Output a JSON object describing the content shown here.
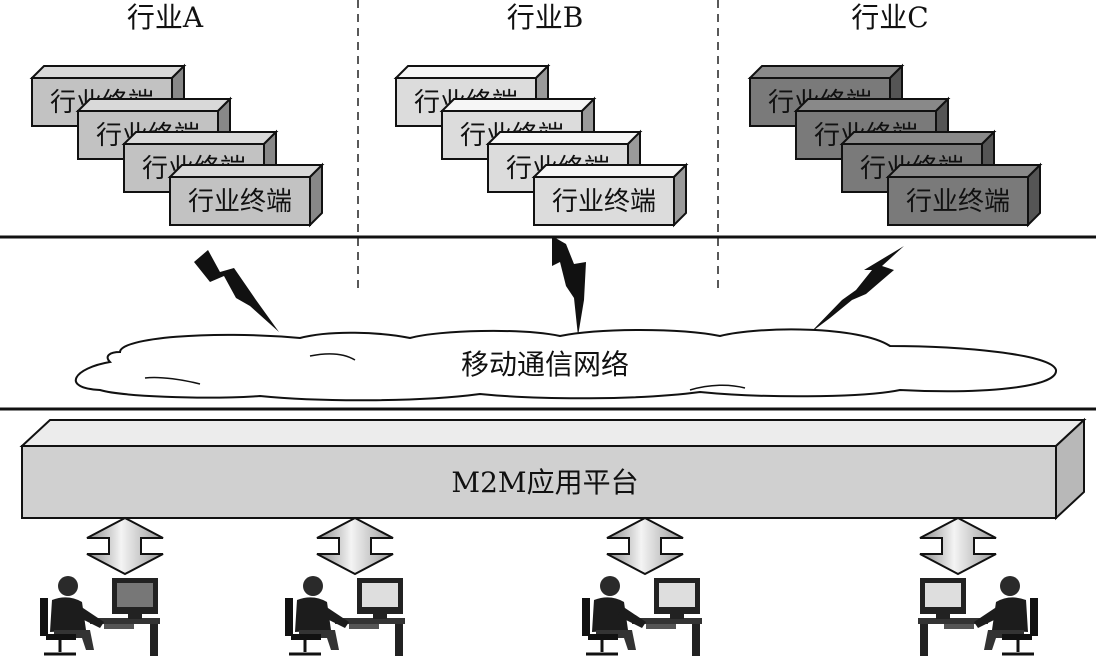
{
  "industries": [
    {
      "label": "行业A",
      "shade": "#c2c2c2",
      "terminal_label": "行业终端"
    },
    {
      "label": "行业B",
      "shade": "#dcdcdc",
      "terminal_label": "行业终端"
    },
    {
      "label": "行业C",
      "shade": "#7a7a7a",
      "terminal_label": "行业终端"
    }
  ],
  "network": {
    "label": "移动通信网络"
  },
  "platform": {
    "label": "M2M应用平台"
  },
  "user_count": 4
}
